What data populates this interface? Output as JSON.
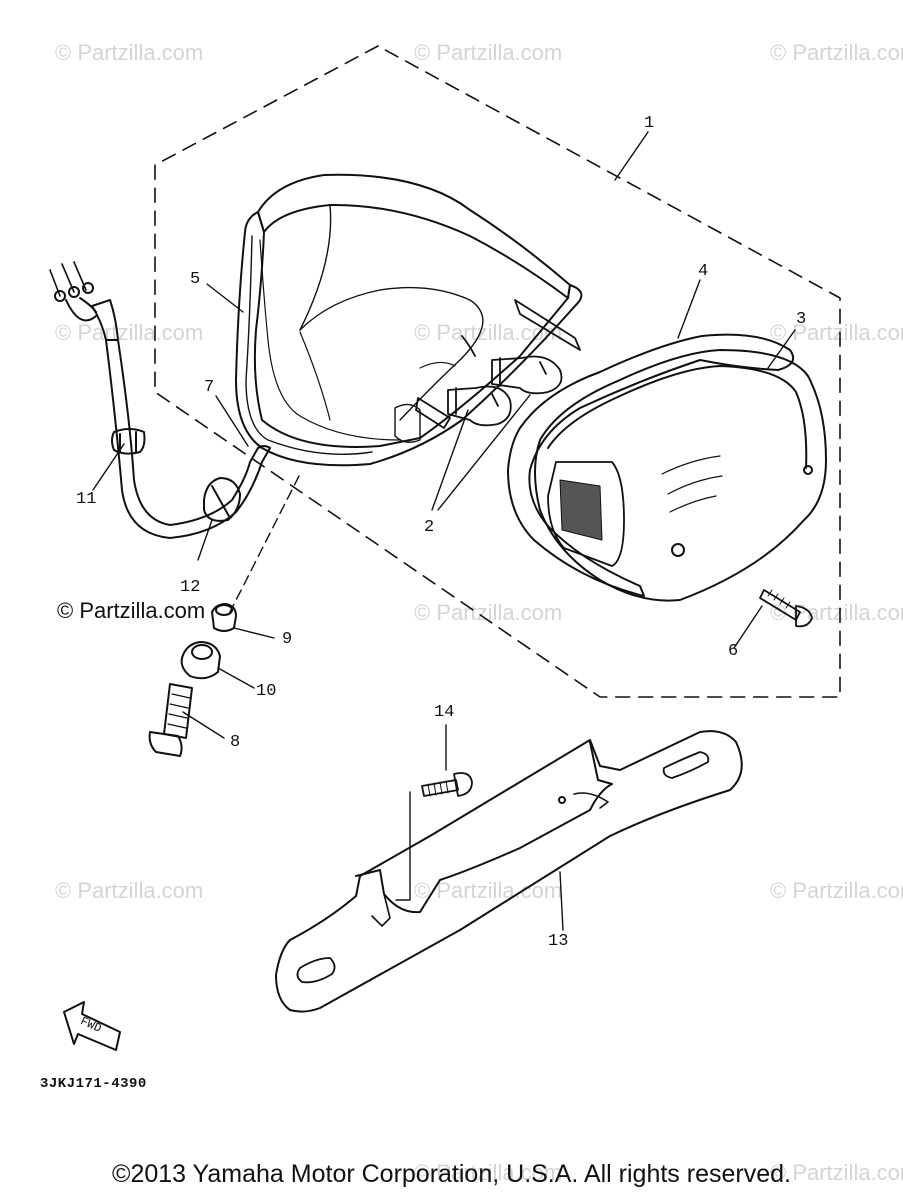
{
  "watermarks": {
    "text": "© Partzilla.com",
    "strong_text": "© Partzilla.com"
  },
  "callouts": {
    "c1": "1",
    "c2": "2",
    "c3": "3",
    "c4": "4",
    "c5": "5",
    "c6": "6",
    "c7": "7",
    "c8": "8",
    "c9": "9",
    "c10": "10",
    "c11": "11",
    "c12": "12",
    "c13": "13",
    "c14": "14"
  },
  "fwd_label": "FWD",
  "part_number": "3JKJ171-4390",
  "copyright": "©2013 Yamaha Motor Corporation, U.S.A. All rights reserved."
}
